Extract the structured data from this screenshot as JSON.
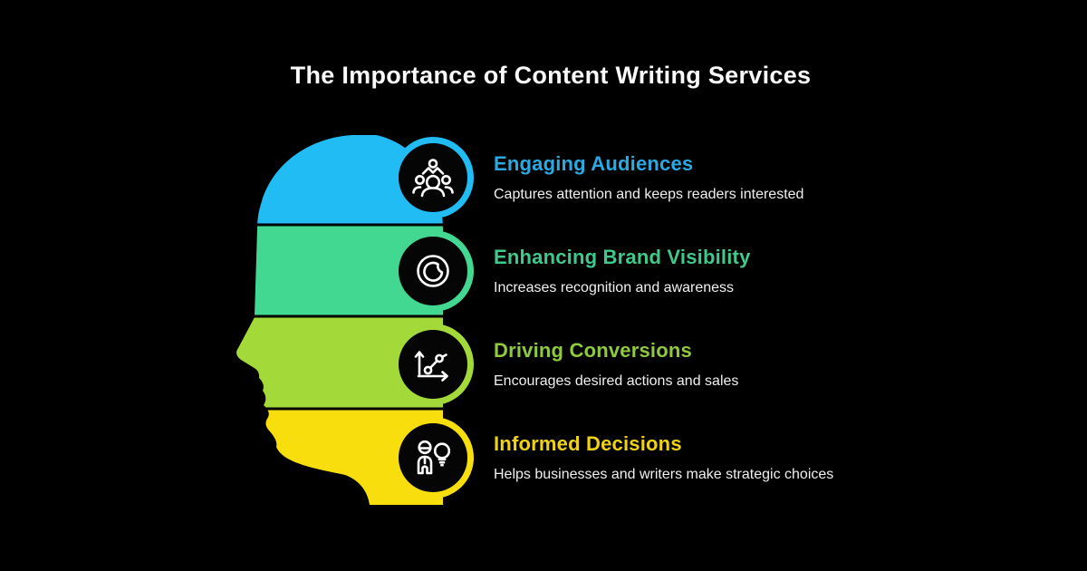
{
  "title": "The Importance of Content Writing Services",
  "colors": {
    "background": "#000000",
    "band_blue": "#22BCF4",
    "band_green": "#42D891",
    "band_lime": "#A3DA39",
    "band_yellow": "#F9DE0D",
    "icon_bg": "#050505",
    "icon_stroke": "#FFFFFF",
    "title_text": "#FAFAFA",
    "desc_text": "#EFEFEF"
  },
  "items": [
    {
      "heading": "Engaging Audiences",
      "heading_color": "#2BA9E1",
      "description": "Captures attention and keeps readers interested",
      "icon": "audience-icon"
    },
    {
      "heading": "Enhancing Brand Visibility",
      "heading_color": "#3FC98B",
      "description": "Increases recognition and awareness",
      "icon": "visibility-icon"
    },
    {
      "heading": "Driving Conversions",
      "heading_color": "#8FC93C",
      "description": "Encourages desired actions and sales",
      "icon": "growth-chart-icon"
    },
    {
      "heading": "Informed Decisions",
      "heading_color": "#EFD214",
      "description": "Helps businesses and writers make strategic choices",
      "icon": "person-lightbulb-icon"
    }
  ]
}
